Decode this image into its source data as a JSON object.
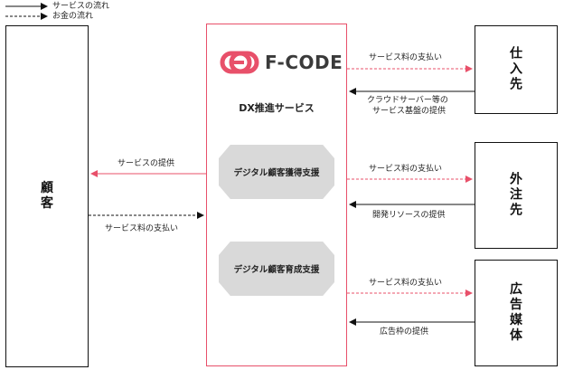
{
  "legend": {
    "solid_label": "サービスの流れ",
    "dashed_label": "お金の流れ"
  },
  "customer": {
    "label": [
      "顧",
      "客"
    ]
  },
  "center": {
    "logo_text": "F-CODE",
    "title": "DX推進サービス",
    "services": [
      "デジタル顧客獲得支援",
      "デジタル顧客育成支援"
    ]
  },
  "suppliers": [
    {
      "label": [
        "仕",
        "入",
        "先"
      ]
    },
    {
      "label": [
        "外",
        "注",
        "先"
      ]
    },
    {
      "label": [
        "広",
        "告",
        "媒",
        "体"
      ]
    }
  ],
  "flows": {
    "service_to_customer": "サービスの提供",
    "customer_payment": "サービス料の支払い",
    "pay_supplier1": "サービス料の支払い",
    "from_supplier1": [
      "クラウドサーバー等の",
      "サービス基盤の提供"
    ],
    "pay_supplier2": "サービス料の支払い",
    "from_supplier2": "開発リソースの提供",
    "pay_supplier3": "サービス料の支払い",
    "from_supplier3": "広告枠の提供"
  },
  "colors": {
    "accent": "#e8506a",
    "line": "#111111",
    "service_box": "#d9d9d9"
  }
}
